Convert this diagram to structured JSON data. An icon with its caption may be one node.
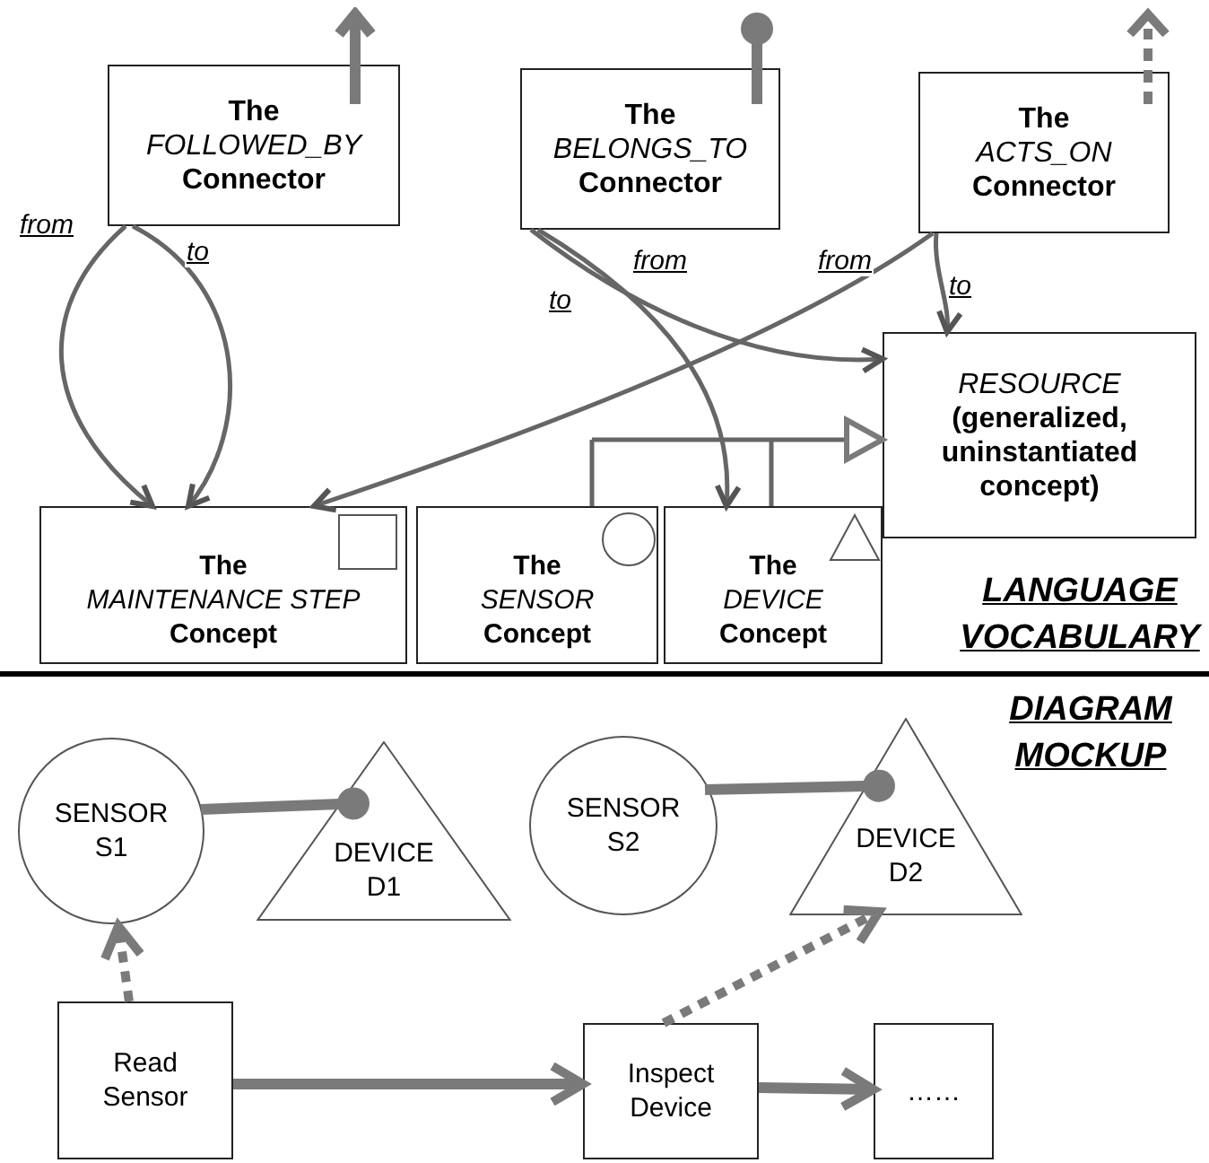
{
  "diagram": {
    "nodes": [
      {
        "text": [
          "**The** *FOLLOWED_BY* **Connector**"
        ]
      },
      {
        "text": [
          "**The** *BELONGS_TO* **Connector**"
        ]
      },
      {
        "text": [
          "**The** *ACTS_ON* **Connector**"
        ]
      },
      {
        "text": [
          "*RESOURCE* **(generalized, uninstantiated concept)**"
        ]
      },
      {
        "text": [
          "**The** *MAINTENANCE STEP* **Concept**"
        ]
      },
      {
        "text": [
          "**The** *SENSOR* **Concept**"
        ]
      },
      {
        "text": [
          "**The** *DEVICE* **Concept**"
        ]
      },
      {
        "text": [
          "SENSOR S1"
        ]
      },
      {
        "text": [
          "DEVICE D1"
        ]
      },
      {
        "text": [
          "SENSOR S2"
        ]
      },
      {
        "text": [
          "DEVICE D2"
        ]
      },
      {
        "text": [
          "Read Sensor"
        ]
      },
      {
        "text": [
          "Inspect Device"
        ]
      },
      {
        "text": [
          "……"
        ]
      }
    ],
    "edges": [
      {
        "from": 0,
        "to": 4,
        "arrow": "to",
        "label": "from"
      },
      {
        "from": 0,
        "to": 4,
        "arrow": "to",
        "label": "to"
      },
      {
        "from": 1,
        "to": 3,
        "arrow": "to",
        "label": "from"
      },
      {
        "from": 1,
        "to": 6,
        "arrow": "to",
        "label": "to"
      },
      {
        "from": 2,
        "to": 4,
        "arrow": "to",
        "label": "from"
      },
      {
        "from": 2,
        "to": 3,
        "arrow": "to",
        "label": "to"
      },
      {
        "from": 5,
        "to": 3,
        "arrow": "to"
      },
      {
        "from": 6,
        "to": 3,
        "arrow": "to"
      },
      {
        "from": 7,
        "to": 8,
        "arrow": "other",
        "style": "thick"
      },
      {
        "from": 9,
        "to": 10,
        "arrow": "other",
        "style": "thick"
      },
      {
        "from": 11,
        "to": 7,
        "arrow": "to",
        "style": "dashed"
      },
      {
        "from": 12,
        "to": 10,
        "arrow": "to",
        "style": "dashed"
      },
      {
        "from": 11,
        "to": 12,
        "arrow": "to",
        "style": "thick"
      },
      {
        "from": 12,
        "to": 13,
        "arrow": "to",
        "style": "thick"
      }
    ],
    "labels": [
      "LANGUAGE VOCABULARY",
      "DIAGRAM MOCKUP"
    ]
  }
}
